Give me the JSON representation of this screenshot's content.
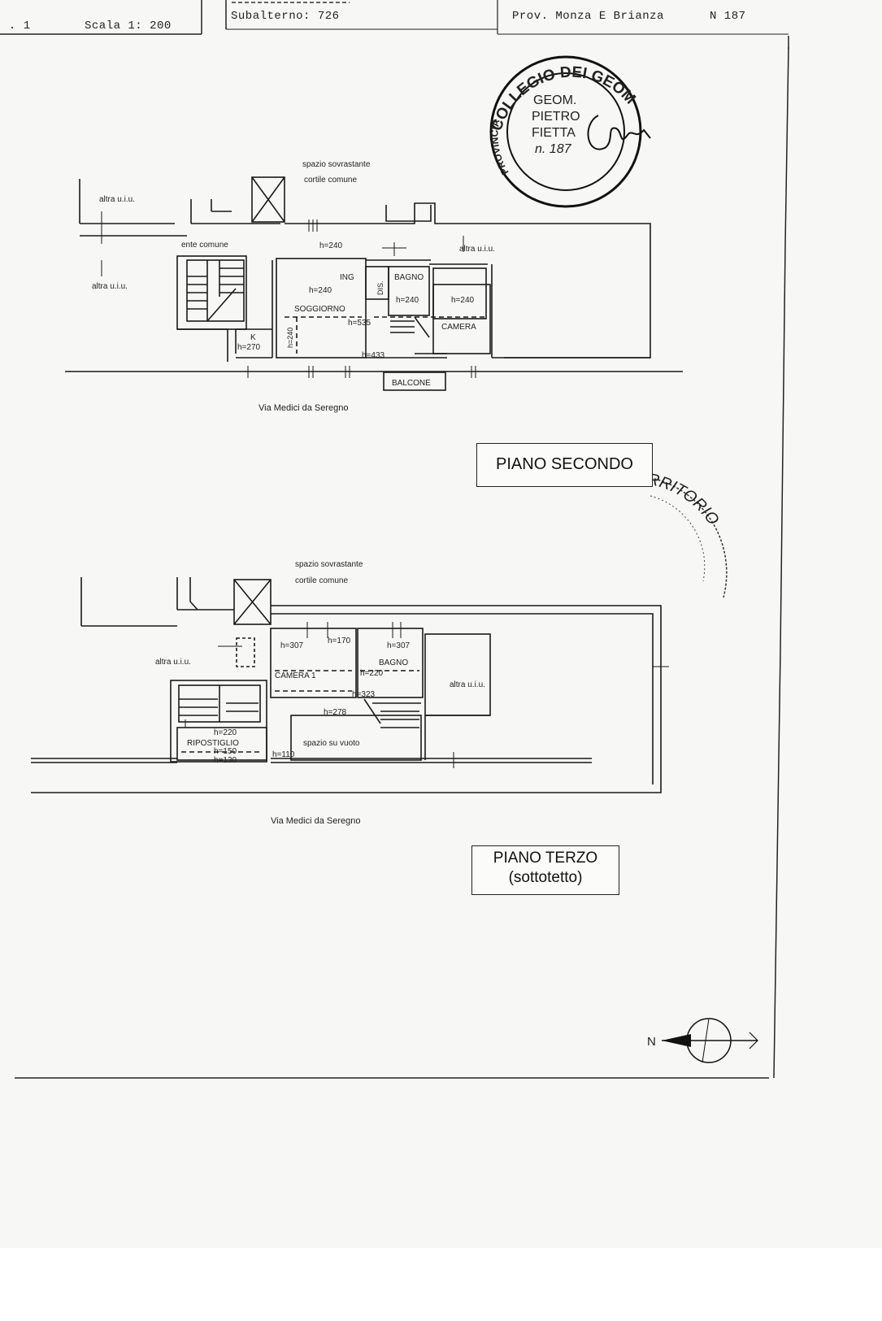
{
  "header": {
    "left_fragment": " . 1",
    "scale": "Scala 1: 200",
    "subalterno": "Subalterno: 726",
    "province": "Prov. Monza E Brianza",
    "number": "N 187"
  },
  "stamp_geometri": {
    "ring_text": "COLLEGIO DEI GEOMETRI",
    "side_text": "PROVINCIA DI",
    "lines": [
      "GEOM.",
      "PIETRO",
      "FIETTA",
      "n. 187"
    ]
  },
  "stamp_territorio": {
    "ring_text": "TERRITORIO"
  },
  "piano_secondo": {
    "label": "PIANO SECONDO",
    "street": "Via Medici da Seregno",
    "notes": {
      "spazio_line1": "spazio sovrastante",
      "spazio_line2": "cortile comune",
      "altra_uiu_top": "altra u.i.u.",
      "ente_comune": "ente comune",
      "altra_uiu_left": "altra u.i.u.",
      "altra_uiu_right": "altra u.i.u."
    },
    "rooms": {
      "ing": "ING",
      "dis": "DIS.",
      "bagno": "BAGNO",
      "soggiorno": "SOGGIORNO",
      "camera": "CAMERA",
      "k": "K",
      "balcone": "BALCONE"
    },
    "heights": {
      "h240_top": "h=240",
      "h240_sogg": "h=240",
      "h240_bagno": "h=240",
      "h240_camera": "h=240",
      "h535": "h=535",
      "h433": "h=433",
      "h270": "h=270",
      "h240_vert": "h=240"
    }
  },
  "piano_terzo": {
    "label_line1": "PIANO TERZO",
    "label_line2": "(sottotetto)",
    "street": "Via Medici da Seregno",
    "notes": {
      "spazio_line1": "spazio sovrastante",
      "spazio_line2": "cortile comune",
      "altra_uiu_left": "altra u.i.u.",
      "altra_uiu_right": "altra u.i.u.",
      "spazio_vuoto": "spazio su vuoto"
    },
    "rooms": {
      "camera1": "CAMERA 1",
      "bagno": "BAGNO",
      "ripostiglio": "RIPOSTIGLIO"
    },
    "heights": {
      "h307_a": "h=307",
      "h170": "h=170",
      "h307_b": "h=307",
      "h220_a": "h=220",
      "h323": "h=323",
      "h278": "h=278",
      "h220_b": "h=220",
      "h150": "h=150",
      "h130": "h=130",
      "h110": "h=110"
    }
  },
  "north_arrow": {
    "label": "N"
  }
}
